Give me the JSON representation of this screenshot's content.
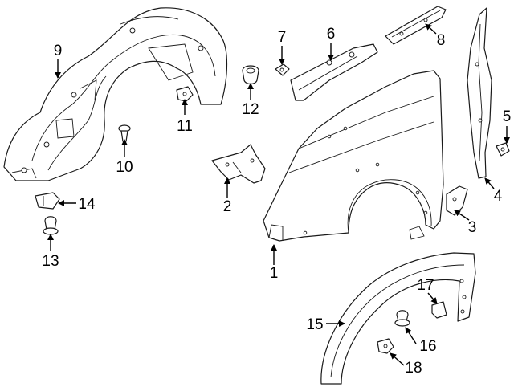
{
  "diagram": {
    "callouts": [
      {
        "id": "1",
        "text": "1"
      },
      {
        "id": "2",
        "text": "2"
      },
      {
        "id": "3",
        "text": "3"
      },
      {
        "id": "4",
        "text": "4"
      },
      {
        "id": "5",
        "text": "5"
      },
      {
        "id": "6",
        "text": "6"
      },
      {
        "id": "7",
        "text": "7"
      },
      {
        "id": "8",
        "text": "8"
      },
      {
        "id": "9",
        "text": "9"
      },
      {
        "id": "10",
        "text": "10"
      },
      {
        "id": "11",
        "text": "11"
      },
      {
        "id": "12",
        "text": "12"
      },
      {
        "id": "13",
        "text": "13"
      },
      {
        "id": "14",
        "text": "14"
      },
      {
        "id": "15",
        "text": "15"
      },
      {
        "id": "16",
        "text": "16"
      },
      {
        "id": "17",
        "text": "17"
      },
      {
        "id": "18",
        "text": "18"
      }
    ],
    "colors": {
      "line": "#1a1a1a",
      "fill": "#ffffff",
      "background": "#ffffff"
    }
  }
}
